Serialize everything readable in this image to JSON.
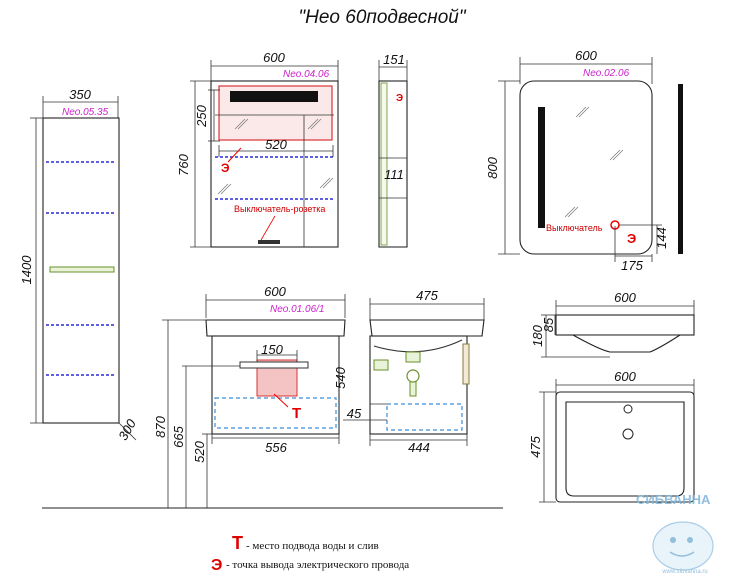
{
  "title": "\"Нео 60подвесной\"",
  "pencil_case": {
    "model": "Neo.05.35",
    "width": "350",
    "height": "1400",
    "depth": "300"
  },
  "mirror_cabinet": {
    "model": "Neo.04.06",
    "width": "600",
    "light_height": "250",
    "inner_width": "520",
    "height": "760",
    "note": "Выключатель-розетка",
    "side_depth": "151",
    "shelf_height": "111"
  },
  "mirror": {
    "model": "Neo.02.06",
    "width": "600",
    "height": "800",
    "note": "Выключатель",
    "offset_x": "175",
    "offset_y": "144"
  },
  "vanity": {
    "model": "Neo.01.06/1",
    "width": "600",
    "outlet_width": "150",
    "height": "540",
    "total_height": "870",
    "mount_height": "665",
    "floor_height": "520",
    "drawer_width": "556",
    "side_depth": "475",
    "inner_depth": "444",
    "drawer_height": "45"
  },
  "sink": {
    "width": "600",
    "height_total": "180",
    "height_top": "85",
    "top_width": "600",
    "depth": "475"
  },
  "legend": [
    {
      "symbol": "Т",
      "text": "- место подвода воды и слив"
    },
    {
      "symbol": "Э",
      "text": "- точка вывода электрического провода"
    }
  ],
  "watermark": {
    "brand": "СИБВАННА",
    "site": "www.sibvanna.ru"
  }
}
